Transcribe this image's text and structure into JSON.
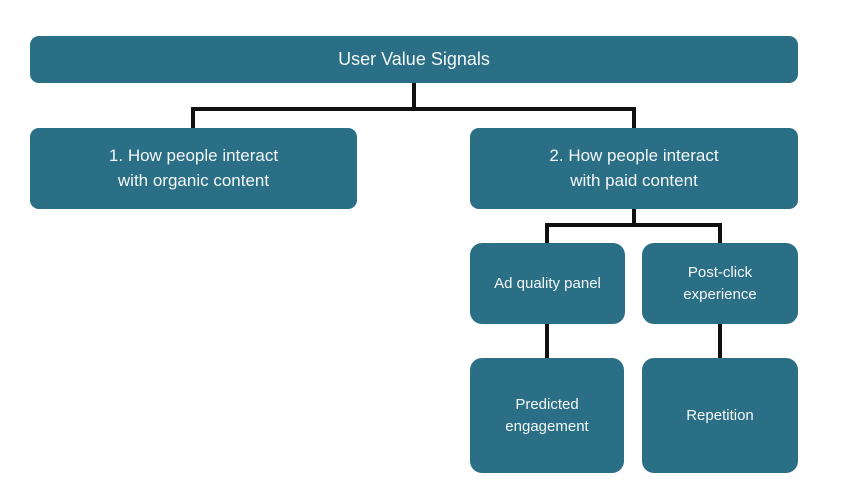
{
  "theme": {
    "node_fill": "#2a6f85",
    "connector_color": "#101010",
    "text_color": "#f4f7f7",
    "canvas_bg": "#ffffff"
  },
  "diagram": {
    "title": "User Value Signals",
    "nodes": {
      "root": {
        "lines": [
          "User Value Signals"
        ]
      },
      "organic": {
        "lines": [
          "1. How people interact",
          "with organic content"
        ]
      },
      "paid": {
        "lines": [
          "2. How people interact",
          "with paid content"
        ]
      },
      "ad_quality_panel": {
        "lines": [
          "Ad quality panel"
        ]
      },
      "post_click_experience": {
        "lines": [
          "Post-click",
          "experience"
        ]
      },
      "predicted_engagement": {
        "lines": [
          "Predicted",
          "engagement"
        ]
      },
      "repetition": {
        "lines": [
          "Repetition"
        ]
      }
    },
    "hierarchy": [
      {
        "parent": "User Value Signals",
        "children": [
          "1. How people interact with organic content",
          "2. How people interact with paid content"
        ]
      },
      {
        "parent": "2. How people interact with paid content",
        "children": [
          "Ad quality panel",
          "Post-click experience"
        ]
      },
      {
        "parent": "Ad quality panel",
        "children": [
          "Predicted engagement"
        ]
      },
      {
        "parent": "Post-click experience",
        "children": [
          "Repetition"
        ]
      }
    ]
  }
}
